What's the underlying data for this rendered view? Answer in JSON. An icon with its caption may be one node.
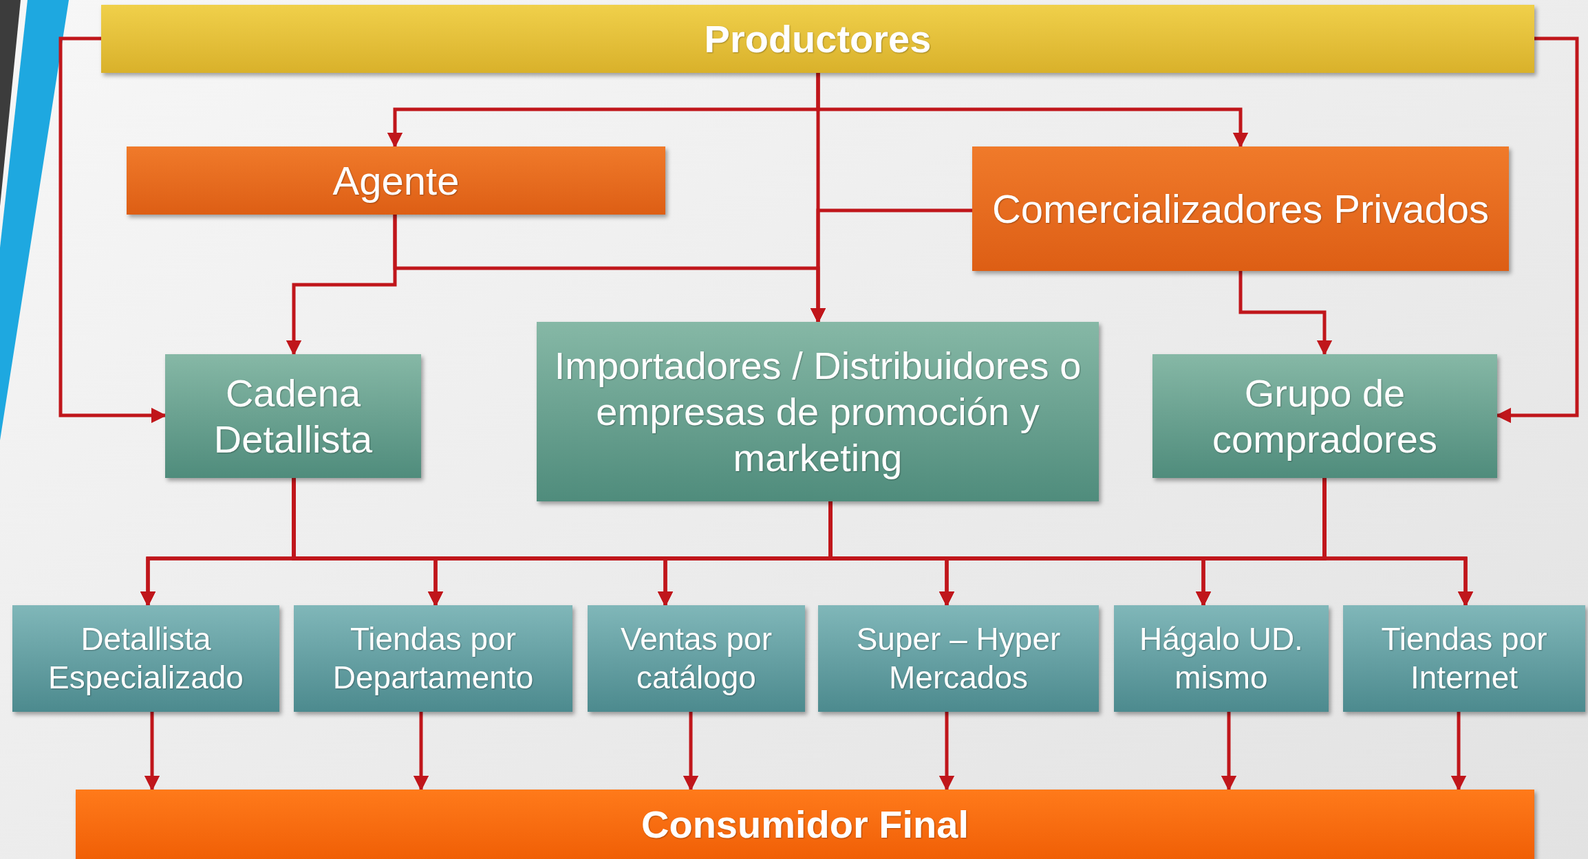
{
  "diagram": {
    "nodes": [
      {
        "text": [
          "Productores"
        ]
      },
      {
        "text": [
          "Agente"
        ]
      },
      {
        "text": [
          "Comercializadores Privados"
        ]
      },
      {
        "text": [
          "Cadena Detallista"
        ]
      },
      {
        "text": [
          "Importadores / Distribuidores o empresas de promoción y marketing"
        ]
      },
      {
        "text": [
          "Grupo de compradores"
        ]
      },
      {
        "text": [
          "Detallista Especializado"
        ]
      },
      {
        "text": [
          "Tiendas por Departamento"
        ]
      },
      {
        "text": [
          "Ventas por catálogo"
        ]
      },
      {
        "text": [
          "Super – Hyper Mercados"
        ]
      },
      {
        "text": [
          "Hágalo UD. mismo"
        ]
      },
      {
        "text": [
          "Tiendas por Internet"
        ]
      },
      {
        "text": [
          "Consumidor Final"
        ]
      }
    ],
    "edges": [
      {
        "from": 0,
        "to": 1,
        "arrow": "to"
      },
      {
        "from": 0,
        "to": 2,
        "arrow": "to"
      },
      {
        "from": 0,
        "to": 4,
        "arrow": "to"
      },
      {
        "from": 0,
        "to": 3,
        "arrow": "to"
      },
      {
        "from": 0,
        "to": 5,
        "arrow": "to"
      },
      {
        "from": 1,
        "to": 3,
        "arrow": "to"
      },
      {
        "from": 1,
        "to": 4,
        "arrow": "to"
      },
      {
        "from": 2,
        "to": 4,
        "arrow": "to"
      },
      {
        "from": 2,
        "to": 5,
        "arrow": "to"
      },
      {
        "from": 3,
        "to": 6,
        "arrow": "to"
      },
      {
        "from": 3,
        "to": 7,
        "arrow": "to"
      },
      {
        "from": 3,
        "to": 8,
        "arrow": "to"
      },
      {
        "from": 3,
        "to": 9,
        "arrow": "to"
      },
      {
        "from": 3,
        "to": 10,
        "arrow": "to"
      },
      {
        "from": 3,
        "to": 11,
        "arrow": "to"
      },
      {
        "from": 4,
        "to": 6,
        "arrow": "to"
      },
      {
        "from": 4,
        "to": 7,
        "arrow": "to"
      },
      {
        "from": 4,
        "to": 8,
        "arrow": "to"
      },
      {
        "from": 4,
        "to": 9,
        "arrow": "to"
      },
      {
        "from": 4,
        "to": 10,
        "arrow": "to"
      },
      {
        "from": 4,
        "to": 11,
        "arrow": "to"
      },
      {
        "from": 5,
        "to": 6,
        "arrow": "to"
      },
      {
        "from": 5,
        "to": 7,
        "arrow": "to"
      },
      {
        "from": 5,
        "to": 8,
        "arrow": "to"
      },
      {
        "from": 5,
        "to": 9,
        "arrow": "to"
      },
      {
        "from": 5,
        "to": 10,
        "arrow": "to"
      },
      {
        "from": 5,
        "to": 11,
        "arrow": "to"
      },
      {
        "from": 6,
        "to": 12,
        "arrow": "to"
      },
      {
        "from": 7,
        "to": 12,
        "arrow": "to"
      },
      {
        "from": 8,
        "to": 12,
        "arrow": "to"
      },
      {
        "from": 9,
        "to": 12,
        "arrow": "to"
      },
      {
        "from": 10,
        "to": 12,
        "arrow": "to"
      },
      {
        "from": 11,
        "to": 12,
        "arrow": "to"
      }
    ]
  }
}
